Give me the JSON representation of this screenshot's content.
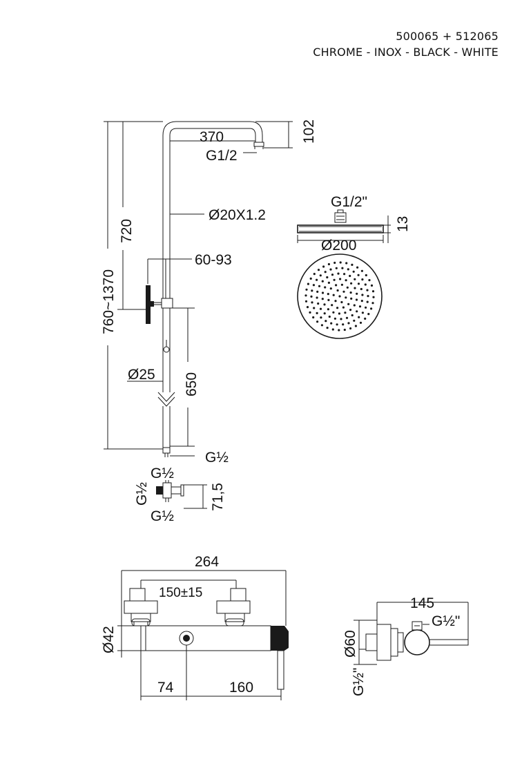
{
  "header": {
    "codes": "500065 + 512065",
    "finishes": "CHROME - INOX - BLACK - WHITE"
  },
  "column": {
    "arm_length": "370",
    "arm_height": "102",
    "outlet_thread": "G1/2",
    "upper_height": "720",
    "tube_diameter": "Ø20X1.2",
    "bracket_range": "60-93",
    "total_height": "760~1370",
    "lower_tube_diameter": "Ø25",
    "lower_height": "650",
    "inlet_thread": "G½"
  },
  "elbow": {
    "top_thread": "G½",
    "side_thread": "G½",
    "bottom_thread": "G½",
    "height": "71,5"
  },
  "head": {
    "thread": "G1/2\"",
    "thickness": "13",
    "diameter": "Ø200"
  },
  "mixer_front": {
    "width": "264",
    "centers": "150±15",
    "body_diameter": "Ø42",
    "left_offset": "74",
    "right_offset": "160"
  },
  "mixer_side": {
    "depth": "145",
    "outlet_thread": "G½\"",
    "cover_diameter": "Ø60",
    "inlet_thread": "G½\""
  }
}
